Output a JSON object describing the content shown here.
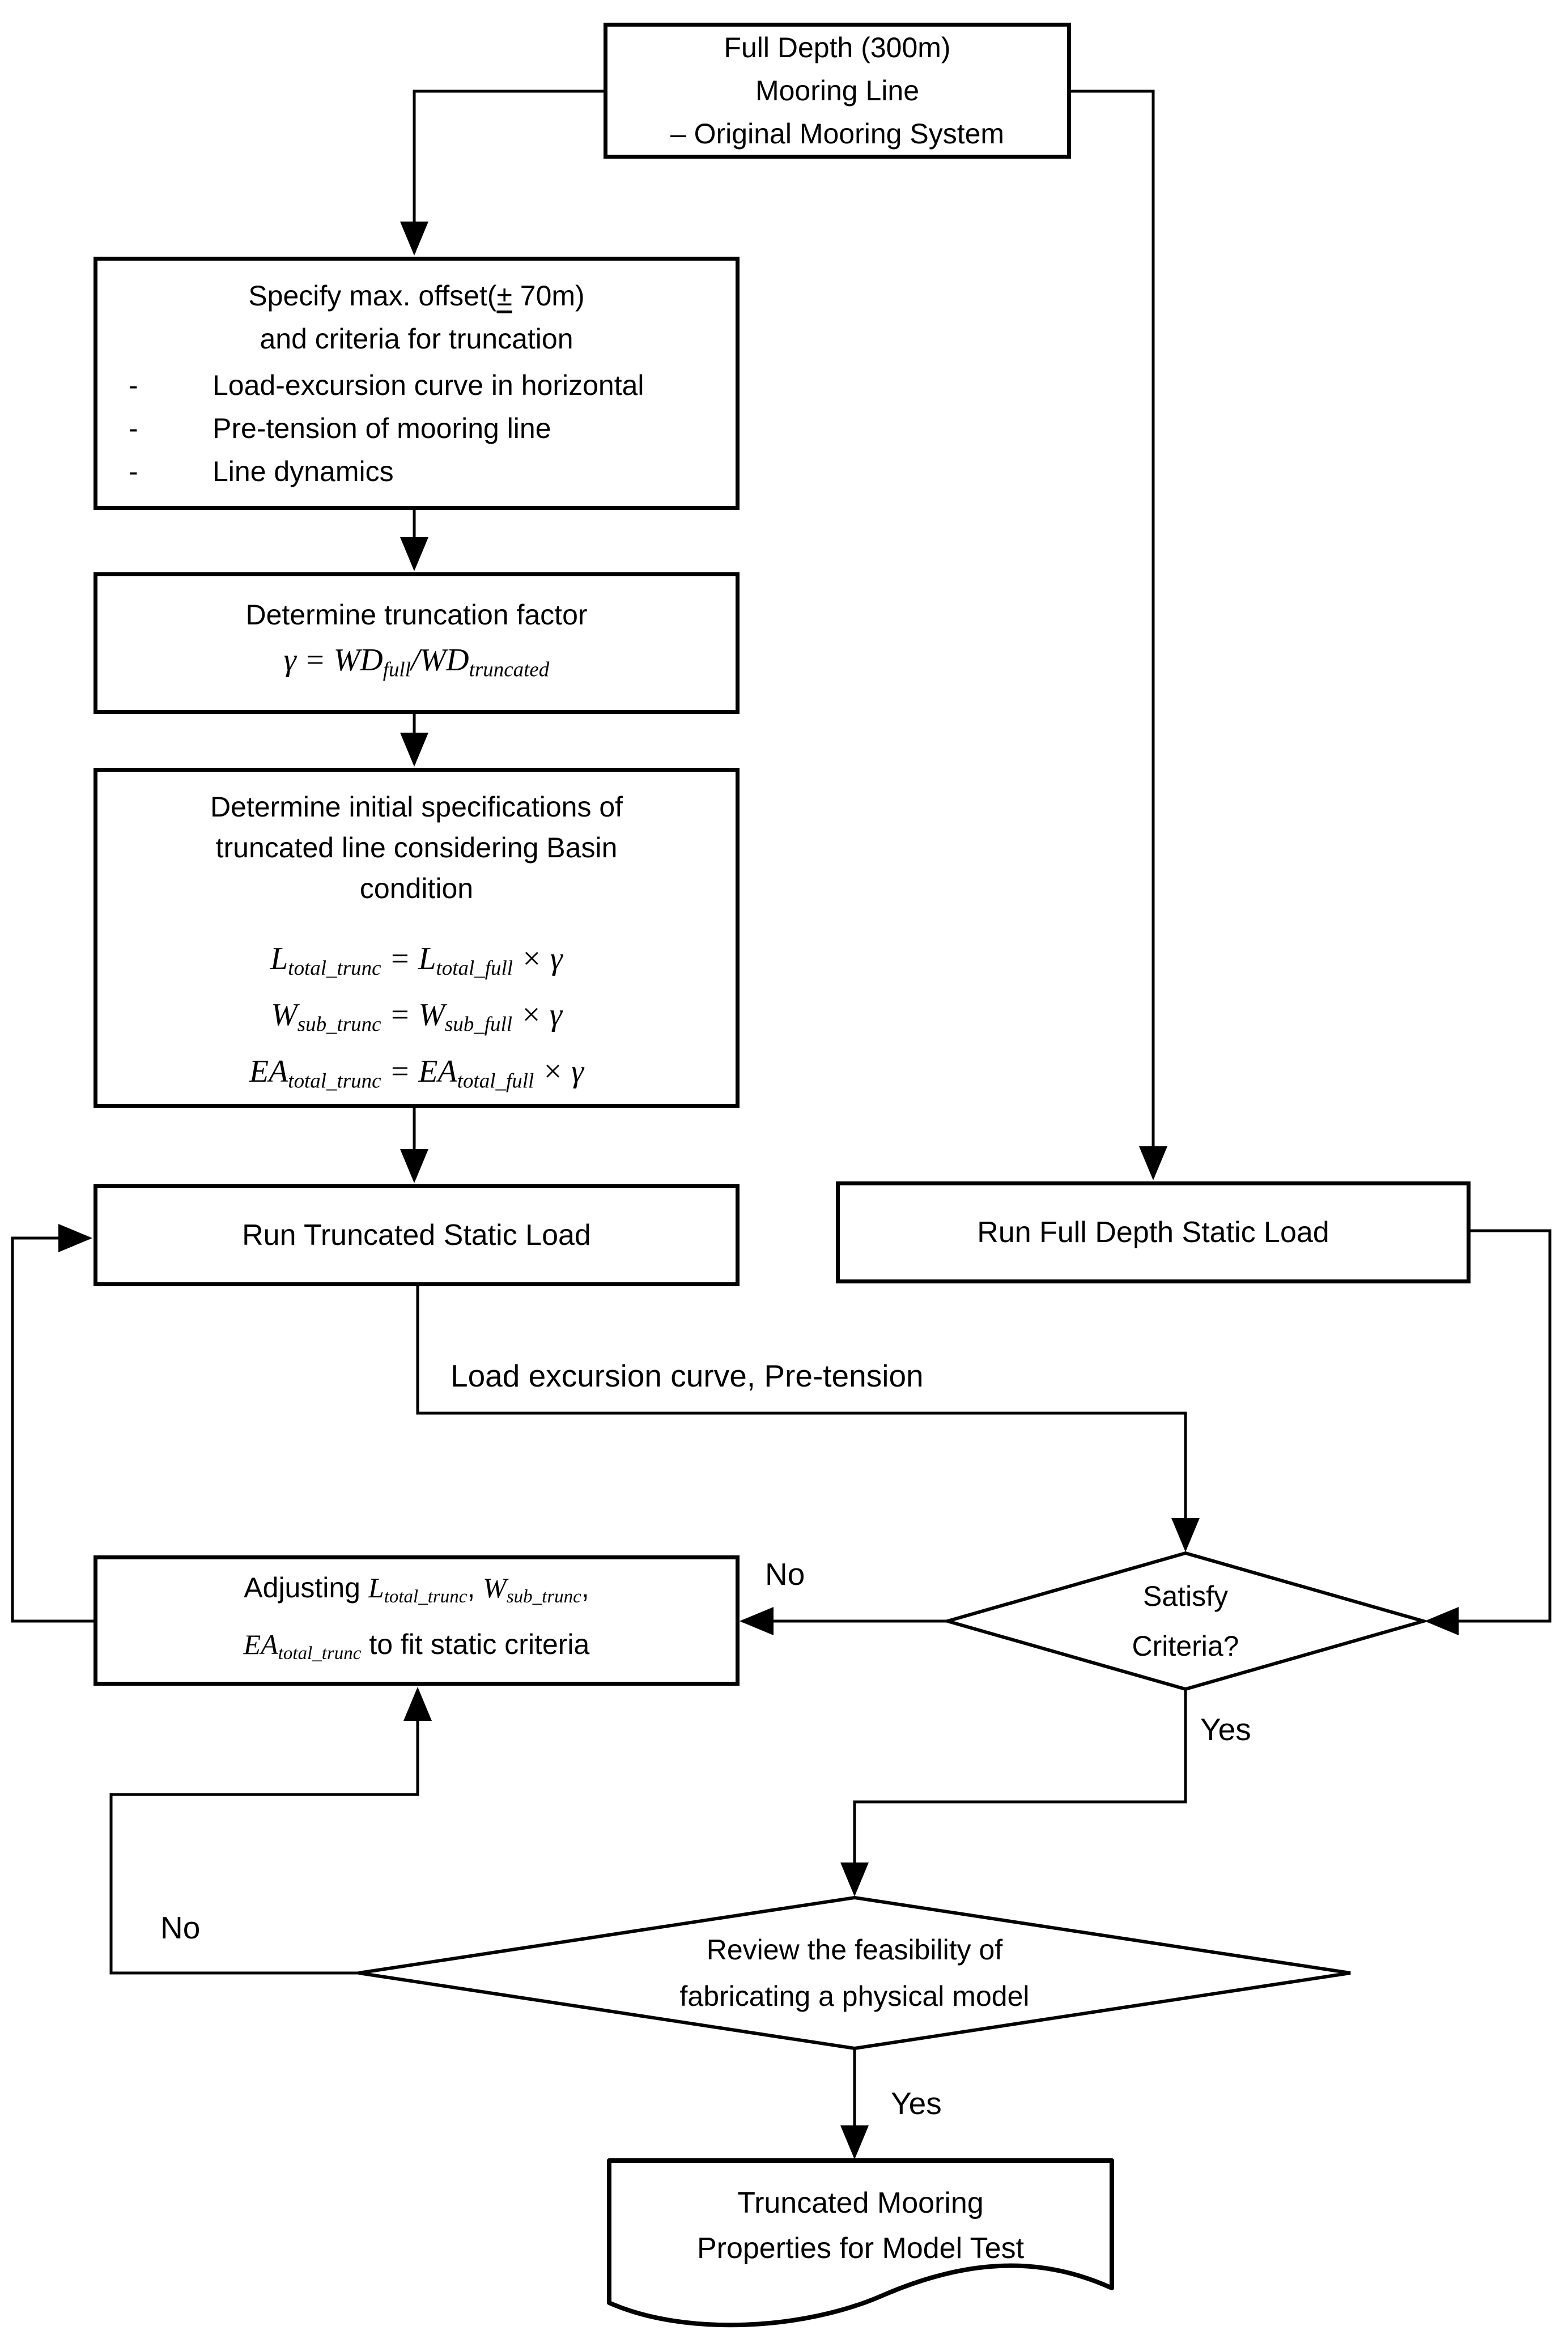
{
  "nodes": {
    "full_depth": {
      "lines": [
        "Full Depth (300m)",
        "Mooring Line",
        "– Original Mooring System"
      ]
    },
    "specify": {
      "title1a": "Specify max. offset(",
      "pm": "±",
      "title1b": " 70m)",
      "title2": "and criteria for truncation",
      "dash": "-",
      "bullets": [
        "Load-excursion curve in horizontal",
        "Pre-tension of mooring line",
        "Line dynamics"
      ]
    },
    "factor": {
      "title": "Determine truncation factor",
      "f": {
        "lead": "γ = WD",
        "sub1": "full",
        "mid": "/WD",
        "sub2": "truncated"
      }
    },
    "specs": {
      "lines": [
        "Determine initial specifications of",
        "truncated line considering Basin",
        "condition"
      ],
      "eq1": {
        "a": "L",
        "s1": "total_trunc",
        "b": " = L",
        "s2": "total_full",
        "c": " × γ"
      },
      "eq2": {
        "a": "W",
        "s1": "sub_trunc",
        "b": " = W",
        "s2": "sub_full",
        "c": " × γ"
      },
      "eq3": {
        "a": "EA",
        "s1": "total_trunc",
        "b": " = EA",
        "s2": "total_full",
        "c": " × γ"
      }
    },
    "run_truncated": {
      "label": "Run Truncated Static Load"
    },
    "run_full": {
      "label": "Run Full Depth Static Load"
    },
    "satisfy": {
      "lines": [
        "Satisfy",
        "Criteria?"
      ]
    },
    "adjusting": {
      "prefix": "Adjusting ",
      "m1": "L",
      "s1": "total_trunc",
      "sep1": ", ",
      "m2": "W",
      "s2": "sub_trunc",
      "sep2": ",",
      "m3": "EA",
      "s3": "total_trunc",
      "suffix": " to fit static criteria"
    },
    "review": {
      "lines": [
        "Review the feasibility of",
        "fabricating a physical model"
      ]
    },
    "doc": {
      "lines": [
        "Truncated Mooring",
        "Properties for Model Test"
      ]
    }
  },
  "labels": {
    "load_excursion": "Load excursion curve, Pre-tension",
    "no1": "No",
    "yes1": "Yes",
    "no2": "No",
    "yes2": "Yes"
  },
  "colors": {
    "ink": "#000000",
    "background": "#ffffff"
  }
}
